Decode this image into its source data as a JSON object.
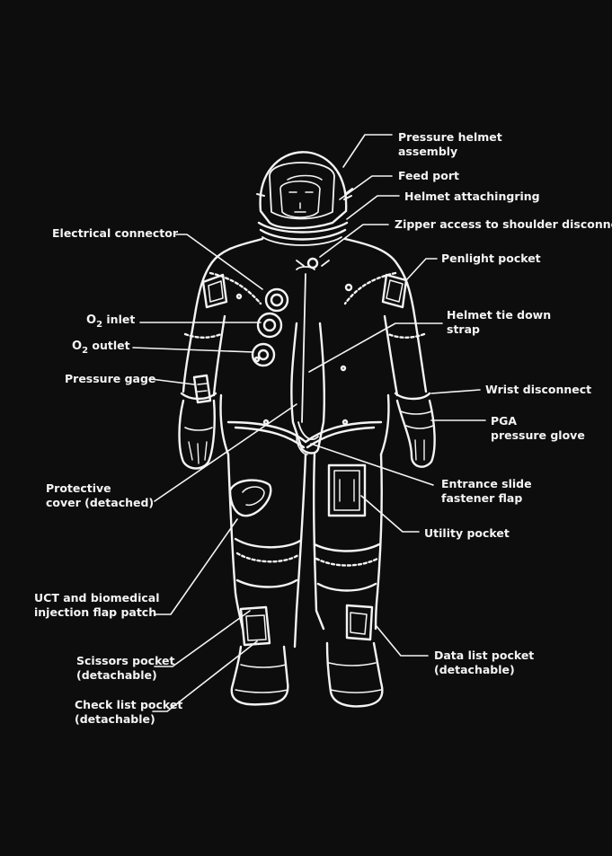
{
  "colors": {
    "background": "#0d0d0d",
    "ink": "#f4f4f4"
  },
  "labels": {
    "pressure_helmet": [
      "Pressure helmet",
      "assembly"
    ],
    "feed_port": "Feed port",
    "helmet_attaching_ring": "Helmet attachingring",
    "zipper_access": "Zipper access to shoulder disconnect",
    "electrical_connector": "Electrical connector",
    "penlight_pocket": "Penlight pocket",
    "o2_inlet": {
      "o": "O",
      "sub": "2",
      "text": " inlet"
    },
    "o2_outlet": {
      "o": "O",
      "sub": "2",
      "text": " outlet"
    },
    "helmet_tie_down": [
      "Helmet tie down",
      "strap"
    ],
    "pressure_gage": "Pressure gage",
    "wrist_disconnect": "Wrist disconnect",
    "pga_glove": [
      "PGA",
      "pressure glove"
    ],
    "protective_cover": [
      "Protective",
      "cover (detached)"
    ],
    "entrance_slide": [
      "Entrance slide",
      "fastener flap"
    ],
    "utility_pocket": "Utility pocket",
    "uct_patch": [
      "UCT and biomedical",
      "injection flap patch"
    ],
    "data_list_pocket": [
      "Data list pocket",
      "(detachable)"
    ],
    "scissors_pocket": [
      "Scissors pocket",
      "(detachable)"
    ],
    "check_list_pocket": [
      "Check list pocket",
      "(detachable)"
    ]
  }
}
